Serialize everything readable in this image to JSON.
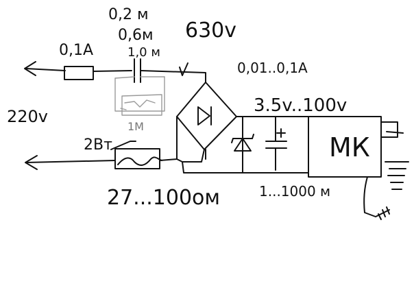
{
  "diagram": {
    "labels": {
      "fuse_rating": "0,1A",
      "capacitor_values_1": "0,2 м",
      "capacitor_values_2": "0,6м",
      "capacitor_values_3": "1,0 м",
      "capacitor_voltage": "630v",
      "current_range": "0,01..0,1A",
      "mains_voltage": "220v",
      "resistor_power": "2Вт",
      "bypass_resistor": "1М",
      "supply_range": "3.5v..100v",
      "resistor_range": "27...100ом",
      "capacitance_range": "1...1000 м",
      "mcu_label": "МК",
      "bridge_symbol": "D"
    },
    "colors": {
      "ink": "#111111",
      "faint": "#9a9a9a",
      "background": "#ffffff"
    }
  }
}
